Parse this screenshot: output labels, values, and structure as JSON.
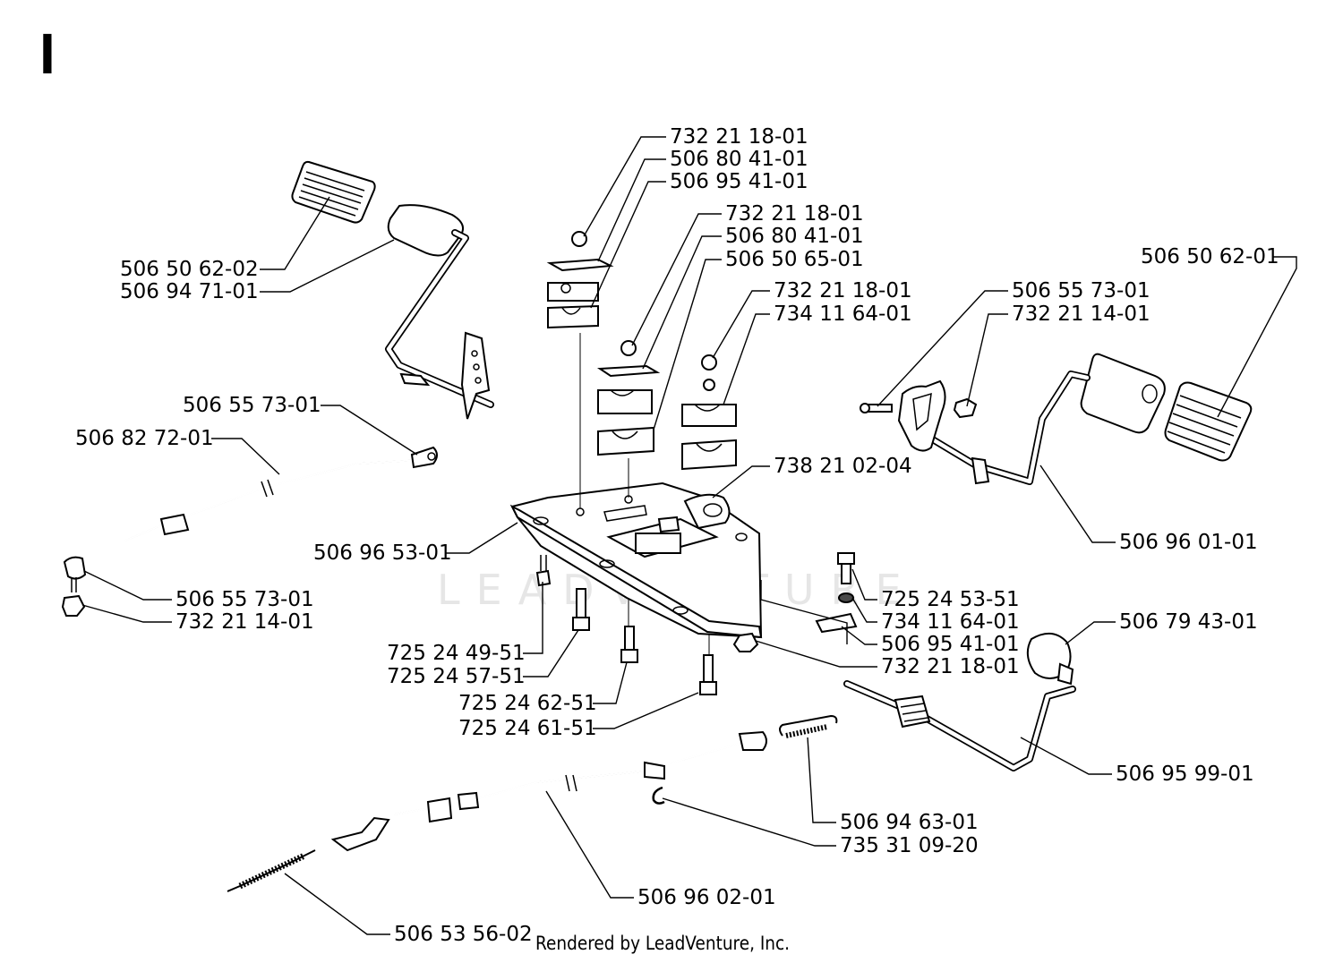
{
  "section": "I",
  "watermark": "LEADVENTURE",
  "footer": "Rendered by LeadVenture, Inc.",
  "labels": {
    "l01": "732 21 18-01",
    "l02": "506 80 41-01",
    "l03": "506 95 41-01",
    "l04": "732 21 18-01",
    "l05": "506 80 41-01",
    "l06": "506 50 65-01",
    "l07": "732 21 18-01",
    "l08": "734 11 64-01",
    "l09": "506 50 62-02",
    "l10": "506 94 71-01",
    "l11": "506 55 73-01",
    "l12": "506 82 72-01",
    "l13": "506 55 73-01",
    "l14": "732 21 14-01",
    "l15": "506 96 53-01",
    "l16": "738 21 02-04",
    "l17": "506 50 62-01",
    "l18": "506 55 73-01",
    "l19": "732 21 14-01",
    "l20": "506 96 01-01",
    "l21": "725 24 53-51",
    "l22": "734 11 64-01",
    "l23": "506 95 41-01",
    "l24": "732 21 18-01",
    "l25": "506 79 43-01",
    "l26": "725 24 49-51",
    "l27": "725 24 57-51",
    "l28": "725 24 62-51",
    "l29": "725 24 61-51",
    "l30": "506 95 99-01",
    "l31": "506 94 63-01",
    "l32": "735 31 09-20",
    "l33": "506 96 02-01",
    "l34": "506 53 56-02"
  }
}
